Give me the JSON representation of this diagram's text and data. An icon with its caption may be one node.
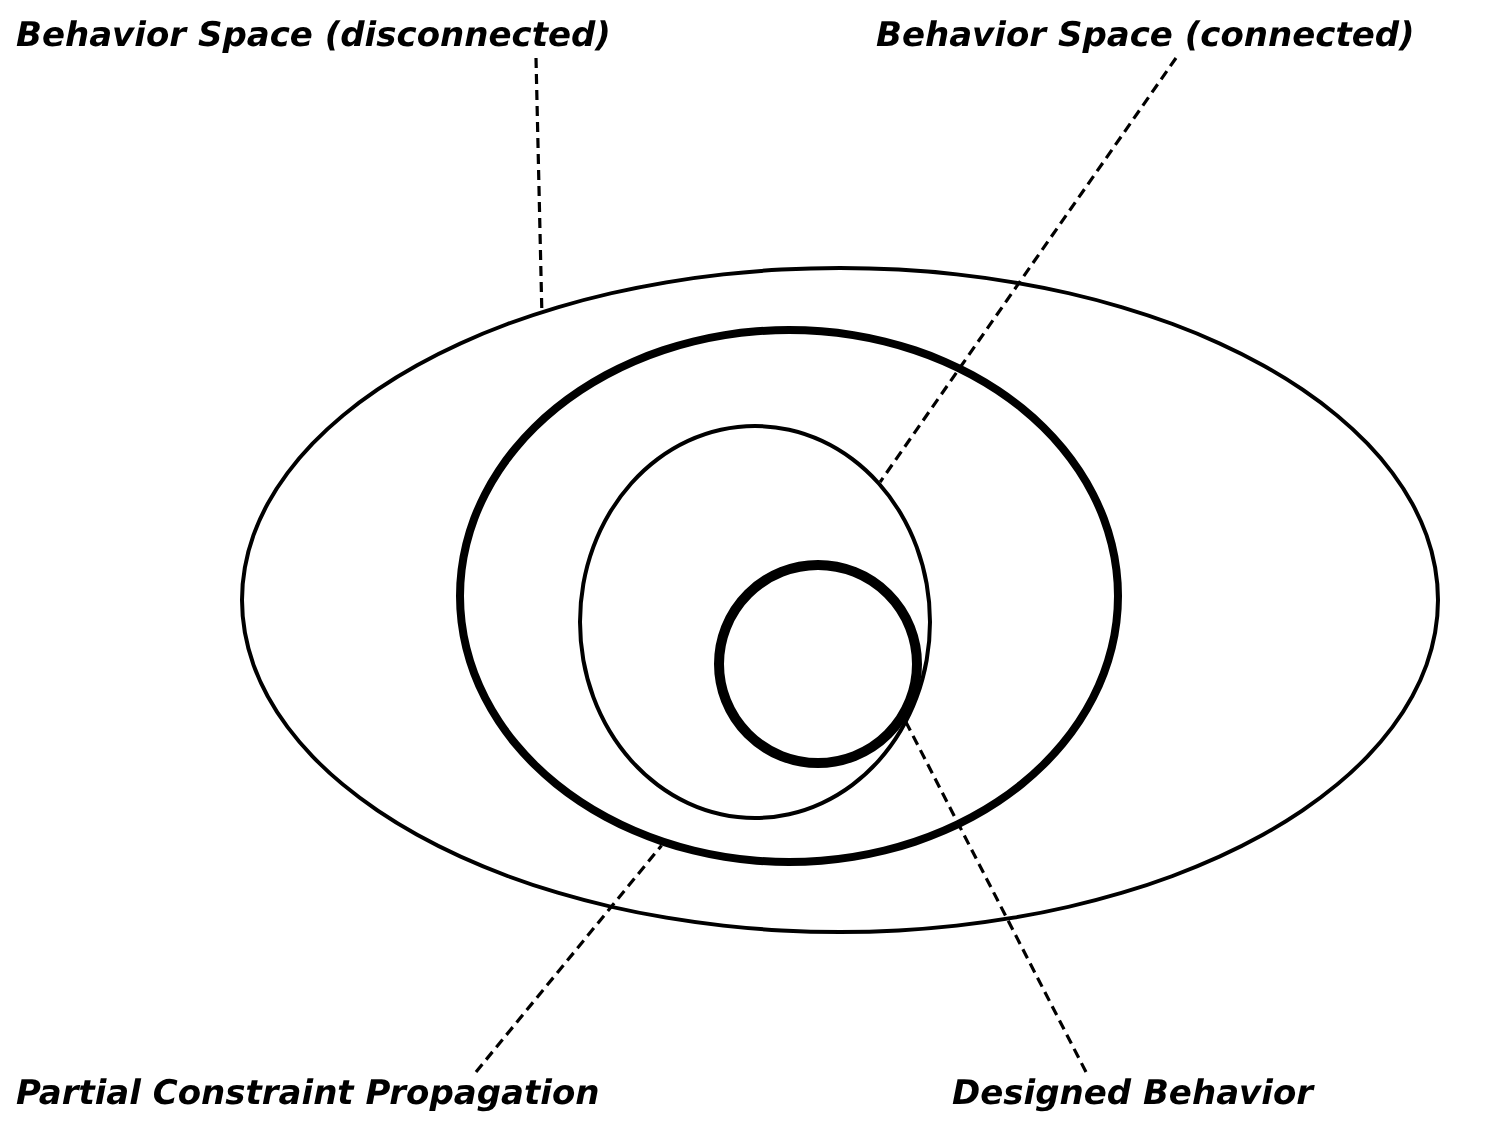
{
  "diagram": {
    "nodes": [
      {
        "text": [
          "Behavior Space (disconnected)"
        ]
      },
      {
        "text": [
          "Behavior Space (connected)"
        ]
      },
      {
        "text": [],
        "shape": "ellipse"
      },
      {
        "text": [],
        "shape": "ellipse",
        "in": 2
      },
      {
        "text": [],
        "shape": "ellipse",
        "in": 3
      },
      {
        "text": [],
        "shape": "circle",
        "in": 4
      },
      {
        "text": [
          "Partial Constraint Propagation"
        ]
      },
      {
        "text": [
          "Designed Behavior"
        ]
      }
    ],
    "edges": [
      {
        "from": 0,
        "to": 2,
        "arrow": "none",
        "style": "dashed"
      },
      {
        "from": 1,
        "to": 4,
        "arrow": "none",
        "style": "dashed"
      },
      {
        "from": 6,
        "to": 3,
        "arrow": "none",
        "style": "dashed"
      },
      {
        "from": 7,
        "to": 5,
        "arrow": "none",
        "style": "dashed"
      }
    ]
  }
}
